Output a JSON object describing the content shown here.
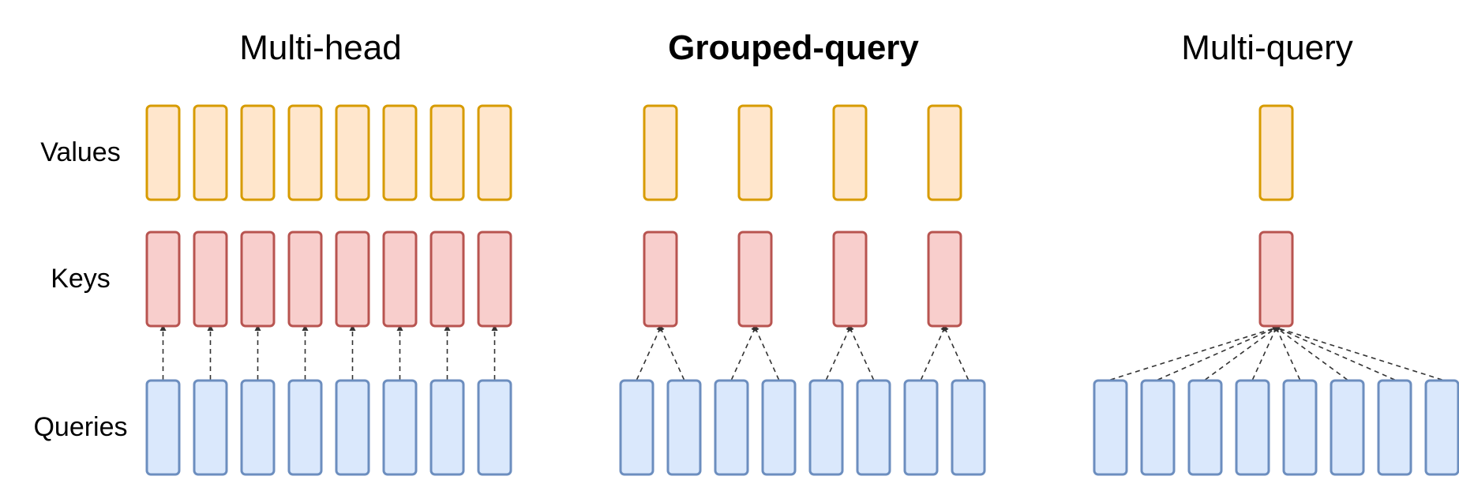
{
  "row_labels": {
    "values": "Values",
    "keys": "Keys",
    "queries": "Queries"
  },
  "colors": {
    "value_fill": "#ffe6cc",
    "value_stroke": "#d79b00",
    "key_fill": "#f8cecc",
    "key_stroke": "#b85450",
    "query_fill": "#dae8fc",
    "query_stroke": "#6c8ebf",
    "connector": "#333333"
  },
  "panels": [
    {
      "title": "Multi-head",
      "title_bold": false,
      "num_queries": 8,
      "num_keys": 8,
      "num_values": 8,
      "connector_style": "dashed-arrow"
    },
    {
      "title": "Grouped-query",
      "title_bold": true,
      "num_queries": 8,
      "num_keys": 4,
      "num_values": 4,
      "connector_style": "dashed-arrow"
    },
    {
      "title": "Multi-query",
      "title_bold": false,
      "num_queries": 8,
      "num_keys": 1,
      "num_values": 1,
      "connector_style": "dashed-arrow"
    }
  ]
}
